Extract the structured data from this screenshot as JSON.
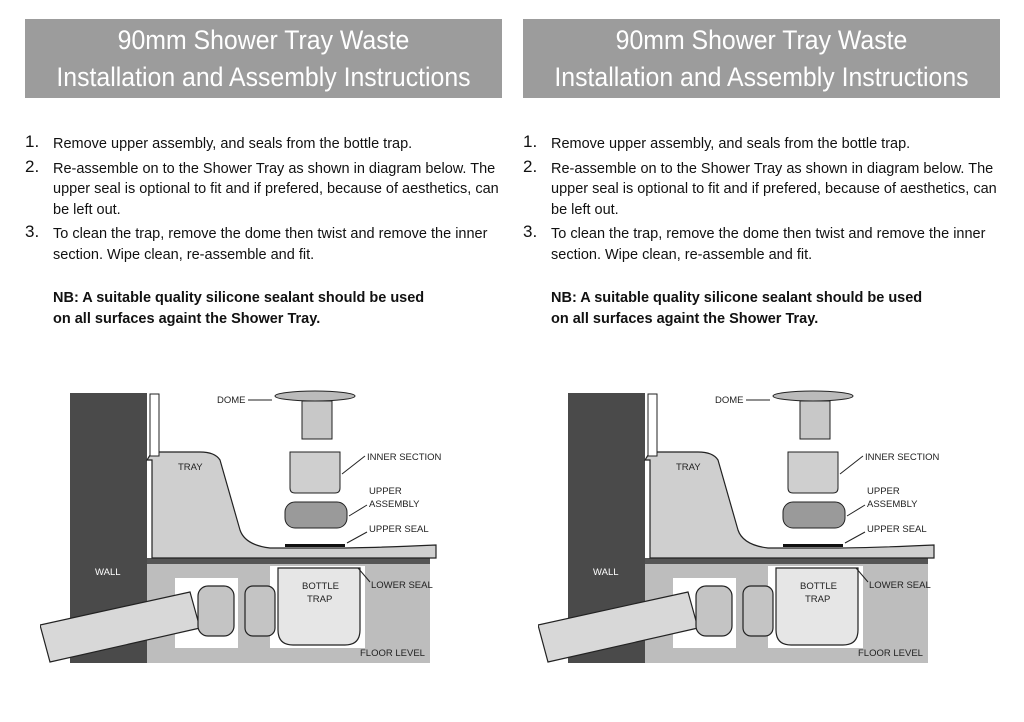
{
  "panels": [
    {
      "title_line1": "90mm Shower Tray Waste",
      "title_line2": "Installation and Assembly Instructions",
      "steps": [
        {
          "num": "1.",
          "text": "Remove upper assembly, and seals from the bottle trap."
        },
        {
          "num": "2.",
          "text": "Re-assemble on to the Shower Tray as shown in diagram below. The upper seal is optional to fit and if prefered, because of aesthetics, can be left out."
        },
        {
          "num": "3.",
          "text": "To clean the trap, remove the dome then twist and remove the inner section. Wipe clean, re-assemble and fit."
        }
      ],
      "nb_line1": "NB: A suitable quality silicone sealant should be used",
      "nb_line2": "on all surfaces againt the Shower Tray.",
      "diagram_labels": {
        "dome": "DOME",
        "inner_section": "INNER SECTION",
        "upper_assembly_1": "UPPER",
        "upper_assembly_2": "ASSEMBLY",
        "upper_seal": "UPPER SEAL",
        "tray": "TRAY",
        "wall": "WALL",
        "bottle_trap_1": "BOTTLE",
        "bottle_trap_2": "TRAP",
        "lower_seal": "LOWER SEAL",
        "floor_level": "FLOOR LEVEL"
      }
    },
    {
      "title_line1": "90mm Shower Tray Waste",
      "title_line2": "Installation and Assembly Instructions",
      "steps": [
        {
          "num": "1.",
          "text": "Remove upper assembly, and seals from the bottle trap."
        },
        {
          "num": "2.",
          "text": "Re-assemble on to the Shower Tray as shown in diagram below. The upper seal is optional to fit and if prefered, because of aesthetics, can be left out."
        },
        {
          "num": "3.",
          "text": "To clean the trap, remove the dome then twist and remove the inner section. Wipe clean, re-assemble and fit."
        }
      ],
      "nb_line1": "NB: A suitable quality silicone sealant should be used",
      "nb_line2": "on all surfaces againt the Shower Tray.",
      "diagram_labels": {
        "dome": "DOME",
        "inner_section": "INNER SECTION",
        "upper_assembly_1": "UPPER",
        "upper_assembly_2": "ASSEMBLY",
        "upper_seal": "UPPER SEAL",
        "tray": "TRAY",
        "wall": "WALL",
        "bottle_trap_1": "BOTTLE",
        "bottle_trap_2": "TRAP",
        "lower_seal": "LOWER SEAL",
        "floor_level": "FLOOR LEVEL"
      }
    }
  ],
  "colors": {
    "header_bg": "#9c9c9c",
    "wall": "#4a4a4a",
    "floor": "#bdbdbd",
    "tray": "#cfcfcf"
  }
}
